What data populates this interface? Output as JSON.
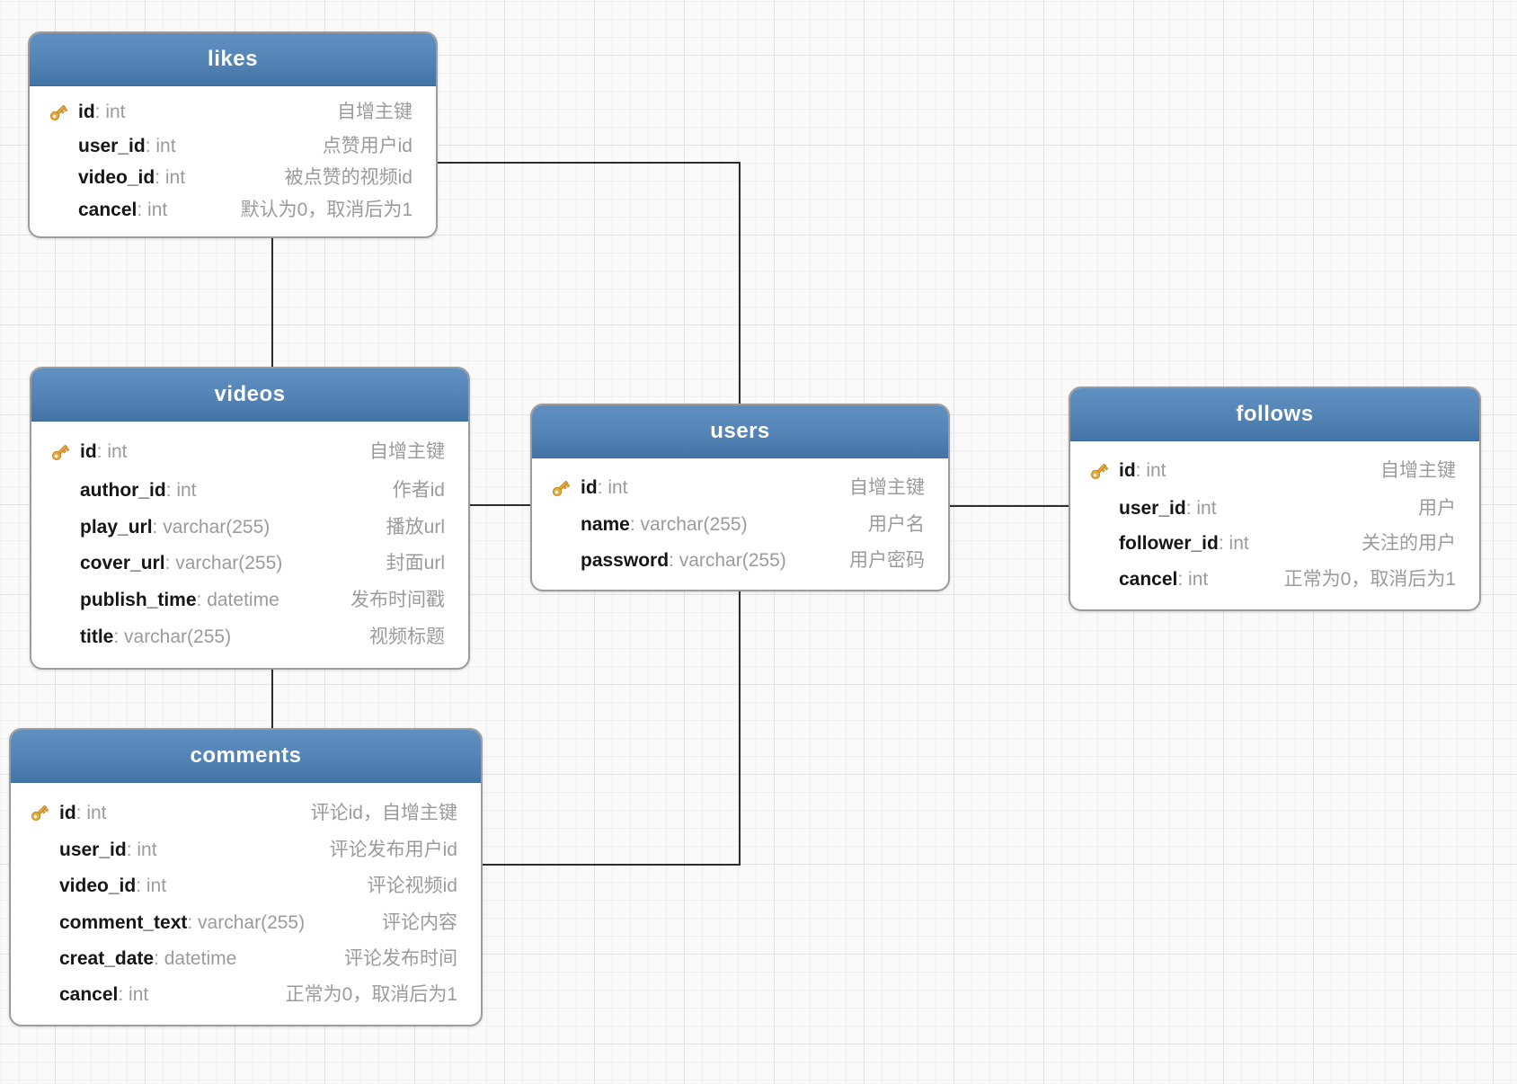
{
  "diagram": {
    "tables": [
      {
        "title": "likes",
        "fields": [
          {
            "name": "id",
            "type": "int",
            "comment": "自增主键",
            "key": true
          },
          {
            "name": "user_id",
            "type": "int",
            "comment": "点赞用户id",
            "key": false
          },
          {
            "name": "video_id",
            "type": "int",
            "comment": "被点赞的视频id",
            "key": false
          },
          {
            "name": "cancel",
            "type": "int",
            "comment": "默认为0，取消后为1",
            "key": false
          }
        ]
      },
      {
        "title": "videos",
        "fields": [
          {
            "name": "id",
            "type": "int",
            "comment": "自增主键",
            "key": true
          },
          {
            "name": "author_id",
            "type": "int",
            "comment": "作者id",
            "key": false
          },
          {
            "name": "play_url",
            "type": "varchar(255)",
            "comment": "播放url",
            "key": false
          },
          {
            "name": "cover_url",
            "type": "varchar(255)",
            "comment": "封面url",
            "key": false
          },
          {
            "name": "publish_time",
            "type": "datetime",
            "comment": "发布时间戳",
            "key": false
          },
          {
            "name": "title",
            "type": "varchar(255)",
            "comment": "视频标题",
            "key": false
          }
        ]
      },
      {
        "title": "users",
        "fields": [
          {
            "name": "id",
            "type": "int",
            "comment": "自增主键",
            "key": true
          },
          {
            "name": "name",
            "type": "varchar(255)",
            "comment": "用户名",
            "key": false
          },
          {
            "name": "password",
            "type": "varchar(255)",
            "comment": "用户密码",
            "key": false
          }
        ]
      },
      {
        "title": "follows",
        "fields": [
          {
            "name": "id",
            "type": "int",
            "comment": "自增主键",
            "key": true
          },
          {
            "name": "user_id",
            "type": "int",
            "comment": "用户",
            "key": false
          },
          {
            "name": "follower_id",
            "type": "int",
            "comment": "关注的用户",
            "key": false
          },
          {
            "name": "cancel",
            "type": "int",
            "comment": "正常为0，取消后为1",
            "key": false
          }
        ]
      },
      {
        "title": "comments",
        "fields": [
          {
            "name": "id",
            "type": "int",
            "comment": "评论id，自增主键",
            "key": true
          },
          {
            "name": "user_id",
            "type": "int",
            "comment": "评论发布用户id",
            "key": false
          },
          {
            "name": "video_id",
            "type": "int",
            "comment": "评论视频id",
            "key": false
          },
          {
            "name": "comment_text",
            "type": "varchar(255)",
            "comment": "评论内容",
            "key": false
          },
          {
            "name": "creat_date",
            "type": "datetime",
            "comment": "评论发布时间",
            "key": false
          },
          {
            "name": "cancel",
            "type": "int",
            "comment": "正常为0，取消后为1",
            "key": false
          }
        ]
      }
    ],
    "relations": [
      {
        "from": "likes",
        "to": "videos"
      },
      {
        "from": "likes",
        "to": "users"
      },
      {
        "from": "videos",
        "to": "users"
      },
      {
        "from": "users",
        "to": "follows"
      },
      {
        "from": "videos",
        "to": "comments"
      },
      {
        "from": "comments",
        "to": "users"
      }
    ],
    "colors": {
      "header_top": "#6090c2",
      "header_bottom": "#4374a6",
      "key_icon": "#e9a83b",
      "relation_line": "#2d2d2d"
    }
  }
}
